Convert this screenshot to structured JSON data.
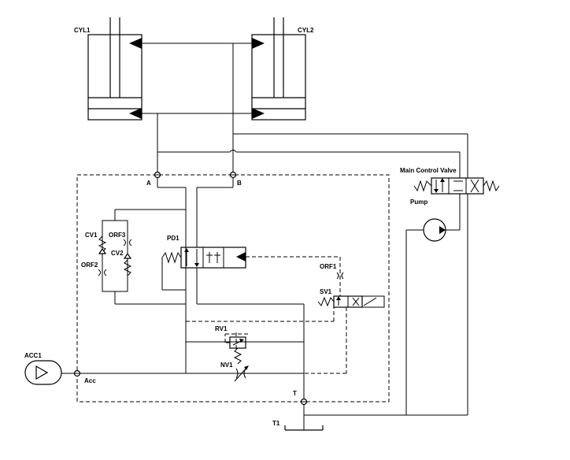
{
  "labels": {
    "cyl1": "CYL1",
    "cyl2": "CYL2",
    "port_a": "A",
    "port_b": "B",
    "main_control_valve": "Main Control Valve",
    "pump": "Pump",
    "cv1": "CV1",
    "orf3": "ORF3",
    "cv2": "CV2",
    "orf2": "ORF2",
    "pd1": "PD1",
    "orf1": "ORF1",
    "sv1": "SV1",
    "rv1": "RV1",
    "nv1": "NV1",
    "acc1": "ACC1",
    "acc": "Acc",
    "port_t": "T",
    "t1": "T1"
  }
}
